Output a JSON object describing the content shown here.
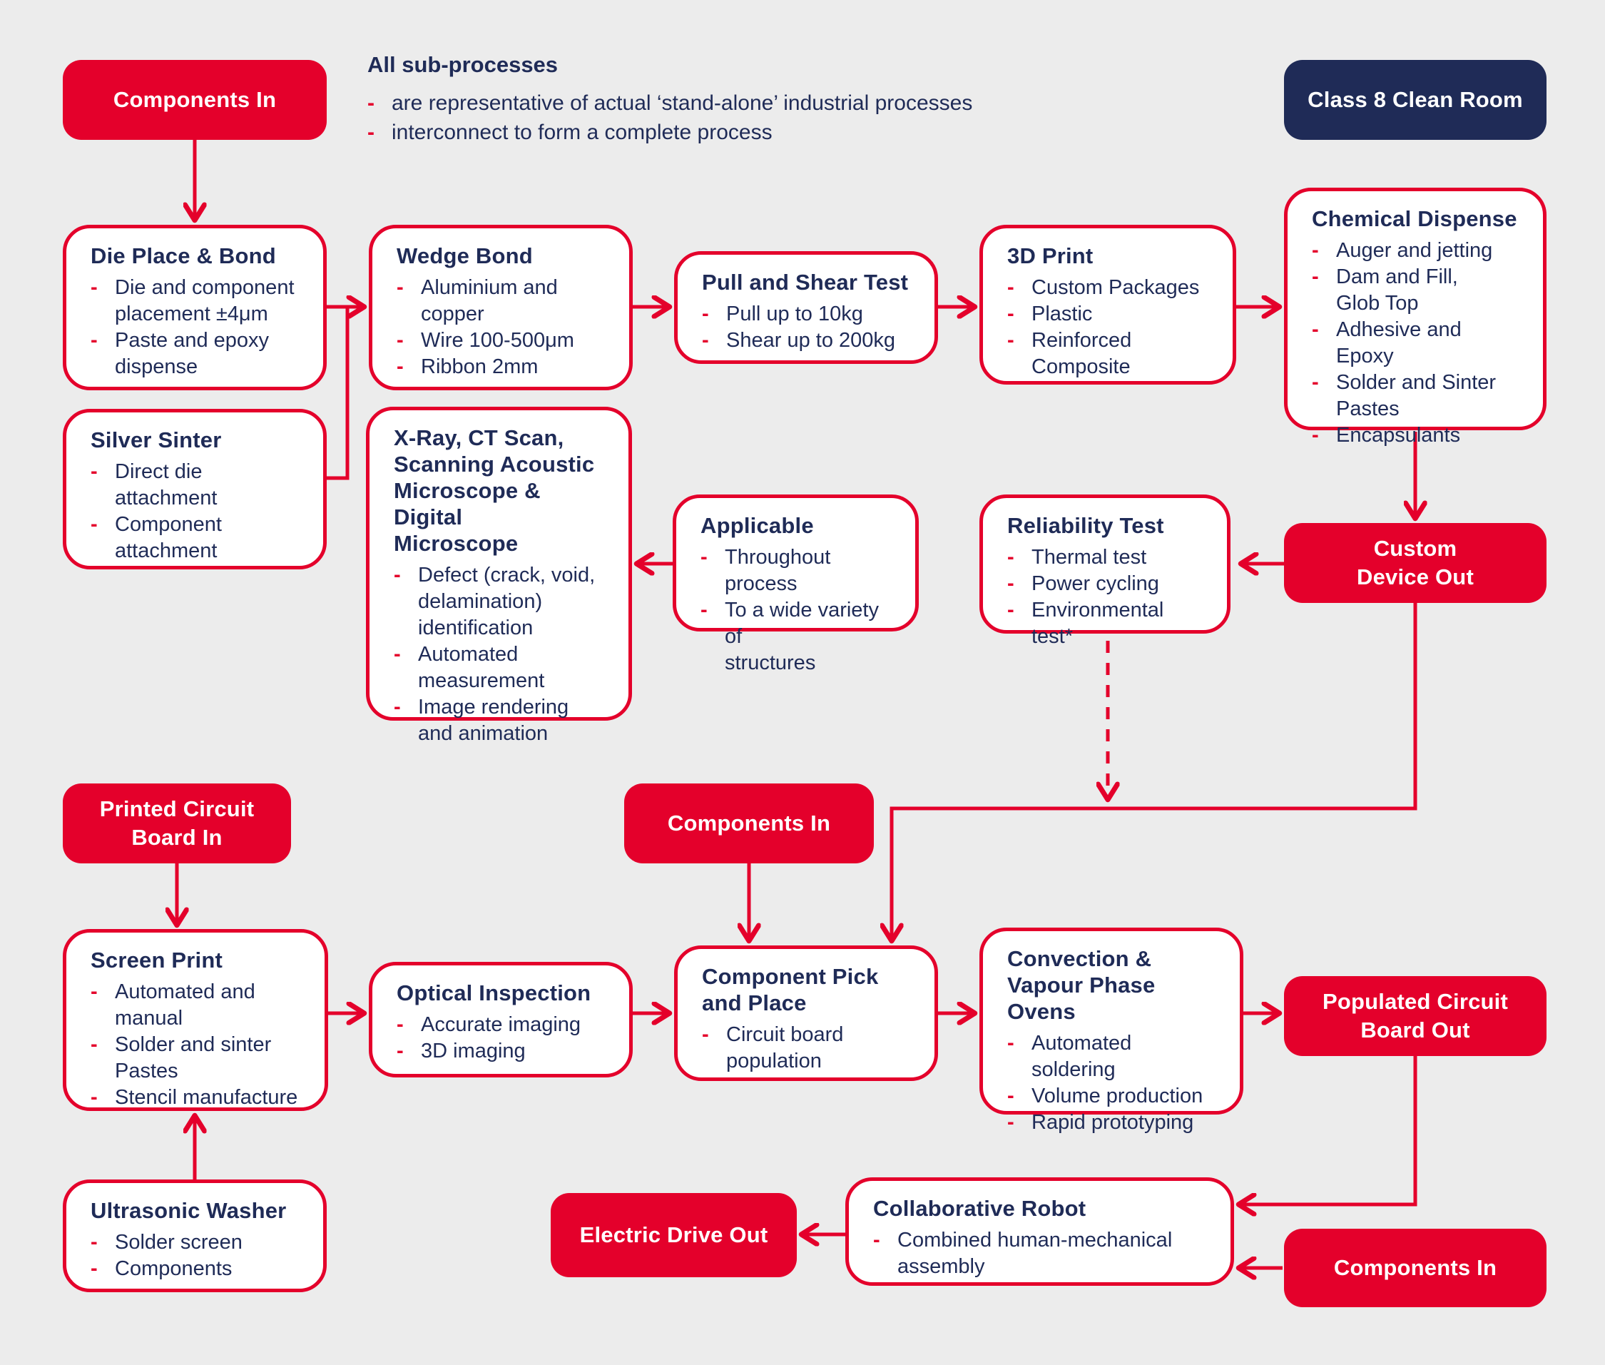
{
  "notes": {
    "heading": "All sub-processes",
    "bullets": [
      "are representative of actual ‘stand-alone’ industrial processes",
      "interconnect to form a complete process"
    ]
  },
  "badges": {
    "clean_room": "Class 8 Clean Room"
  },
  "io": {
    "components_in_top": "Components In",
    "custom_device_out": "Custom\nDevice Out",
    "pcb_in": "Printed Circuit\nBoard In",
    "components_in_mid": "Components In",
    "pcb_out": "Populated Circuit\nBoard Out",
    "electric_drive_out": "Electric Drive Out",
    "components_in_bottom": "Components In"
  },
  "boxes": {
    "die_place_bond": {
      "title": "Die Place & Bond",
      "bullets": [
        "Die and component\nplacement ±4μm",
        "Paste and epoxy\ndispense"
      ]
    },
    "wedge_bond": {
      "title": "Wedge Bond",
      "bullets": [
        "Aluminium and\ncopper",
        "Wire 100-500μm",
        "Ribbon 2mm"
      ]
    },
    "pull_shear": {
      "title": "Pull and Shear Test",
      "bullets": [
        "Pull up to 10kg",
        "Shear up to 200kg"
      ]
    },
    "print_3d": {
      "title": "3D Print",
      "bullets": [
        "Custom Packages",
        "Plastic",
        "Reinforced\nComposite"
      ]
    },
    "chemical_dispense": {
      "title": "Chemical Dispense",
      "bullets": [
        "Auger and jetting",
        "Dam and Fill,\nGlob Top",
        "Adhesive and Epoxy",
        "Solder and Sinter\nPastes",
        "Encapsulants"
      ]
    },
    "silver_sinter": {
      "title": "Silver Sinter",
      "bullets": [
        "Direct die\nattachment",
        "Component\nattachment"
      ]
    },
    "xray": {
      "title": "X-Ray, CT Scan,\nScanning Acoustic\nMicroscope & Digital\nMicroscope",
      "bullets": [
        "Defect (crack, void,\ndelamination)\nidentification",
        "Automated\nmeasurement",
        "Image rendering\nand animation"
      ]
    },
    "applicable": {
      "title": "Applicable",
      "bullets": [
        "Throughout process",
        "To a wide variety of\nstructures"
      ]
    },
    "reliability": {
      "title": "Reliability Test",
      "bullets": [
        "Thermal test",
        "Power cycling",
        "Environmental test*"
      ]
    },
    "screen_print": {
      "title": "Screen Print",
      "bullets": [
        "Automated and\nmanual",
        "Solder and sinter\nPastes",
        "Stencil manufacture"
      ]
    },
    "optical": {
      "title": "Optical Inspection",
      "bullets": [
        "Accurate imaging",
        "3D imaging"
      ]
    },
    "pick_place": {
      "title": "Component Pick\nand Place",
      "bullets": [
        "Circuit board\npopulation"
      ]
    },
    "ovens": {
      "title": "Convection &\nVapour Phase Ovens",
      "bullets": [
        "Automated\nsoldering",
        "Volume production",
        "Rapid prototyping"
      ]
    },
    "ultrasonic": {
      "title": "Ultrasonic Washer",
      "bullets": [
        "Solder screen",
        "Components"
      ]
    },
    "collab_robot": {
      "title": "Collaborative Robot",
      "bullets": [
        "Combined human-mechanical\nassembly"
      ]
    }
  },
  "colors": {
    "red": "#e4002b",
    "navy": "#1f2b57",
    "background": "#ececec"
  }
}
